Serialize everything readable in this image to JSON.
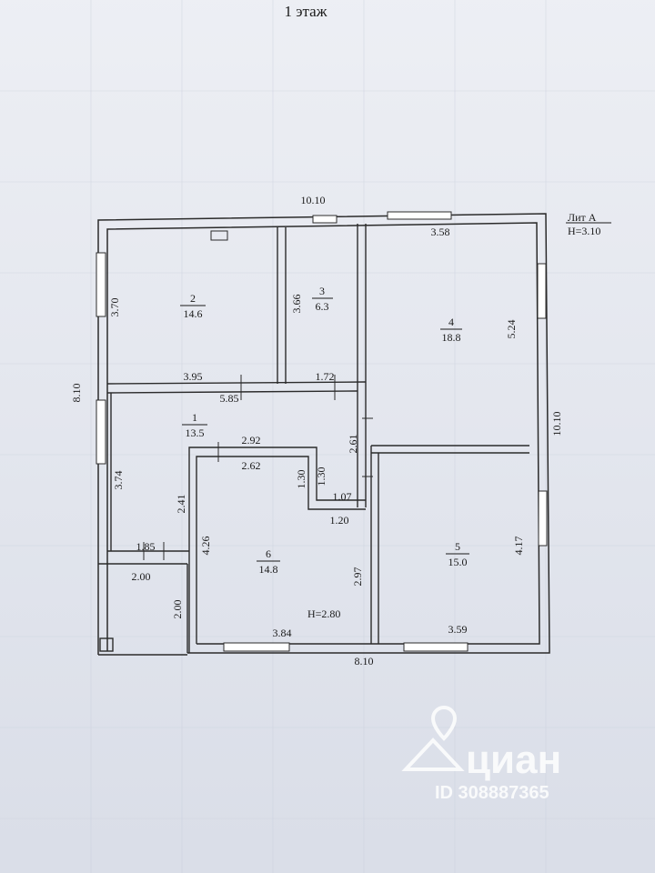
{
  "floor_title": "1 этаж",
  "lit": {
    "label": "Лит А",
    "height": "H=3.10"
  },
  "rooms": [
    {
      "number": "1",
      "area": "13.5"
    },
    {
      "number": "2",
      "area": "14.6"
    },
    {
      "number": "3",
      "area": "6.3"
    },
    {
      "number": "4",
      "area": "18.8"
    },
    {
      "number": "5",
      "area": "15.0"
    },
    {
      "number": "6",
      "area": "14.8"
    }
  ],
  "room6_height": "H=2.80",
  "dimensions": {
    "top_outer": "10.10",
    "left_outer": "8.10",
    "right_outer": "10.10",
    "bottom_outer": "8.10",
    "r2_height": "3.70",
    "r2_width": "3.95",
    "r3_height": "3.66",
    "r3_width": "1.72",
    "r4_width": "3.58",
    "r4_height": "5.24",
    "r1_width": "5.85",
    "r1_height": "3.74",
    "r1_seg": "2.92",
    "r6_top": "2.62",
    "r6_step_v1": "1.30",
    "r6_step_v2": "1.30",
    "r6_step_h1": "1.07",
    "r6_step_h2": "1.20",
    "r6_left": "4.26",
    "r6_right": "2.97",
    "r6_bottom": "3.84",
    "corridor_v": "2.41",
    "corridor_vr": "2.61",
    "porch_top": "1.85",
    "porch_w": "2.00",
    "porch_h": "2.00",
    "r5_height": "4.17",
    "r5_width": "3.59"
  },
  "watermark": {
    "brand": "циан",
    "id": "ID 308887365",
    "pin_icon": "location-pin-icon"
  }
}
